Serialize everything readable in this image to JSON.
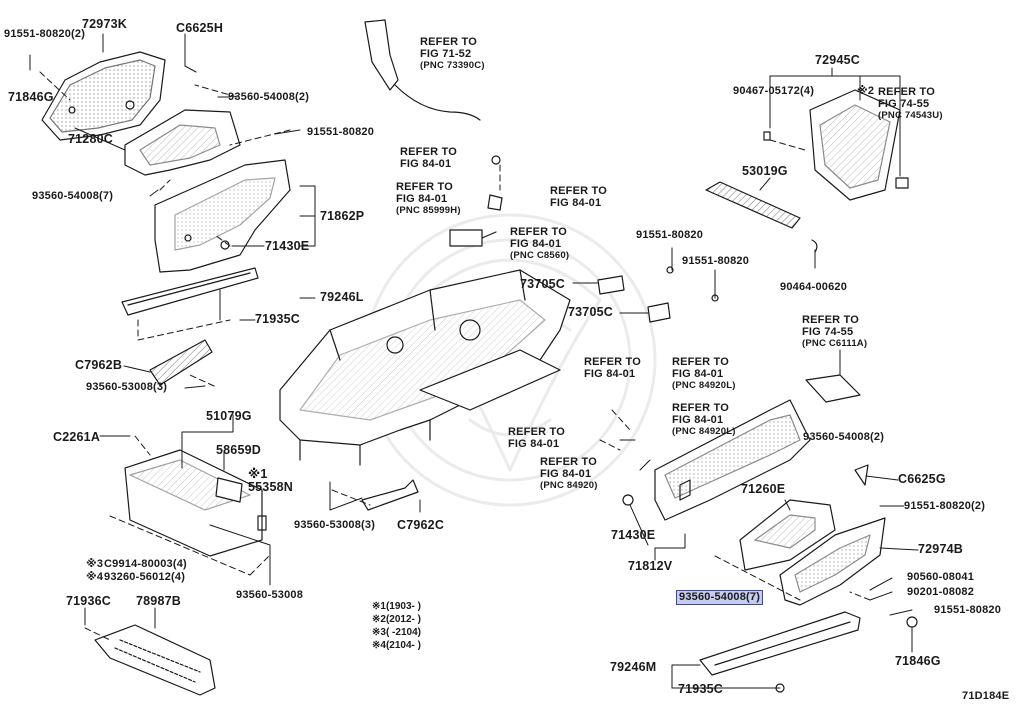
{
  "diagram_code": "71D184E",
  "part_numbers": {
    "p1": "91551-80820(2)",
    "p2": "72973K",
    "p3": "C6625H",
    "p4": "71846G",
    "p5": "93560-54008(2)",
    "p6": "71280C",
    "p7": "91551-80820",
    "p8": "93560-54008(7)",
    "p9": "71862P",
    "p10": "71430E",
    "p11": "79246L",
    "p12": "71935C",
    "p13": "C7962B",
    "p14": "93560-53008(3)",
    "p15": "51079G",
    "p16": "C2261A",
    "p17": "58659D",
    "p18": "55358N",
    "p19": "C9914-80003(4)",
    "p20": "93260-56012(4)",
    "p21": "93560-53008",
    "p22": "71936C",
    "p23": "78987B",
    "p24": "93560-53008(3)",
    "p25": "C7962C",
    "p26": "73705C",
    "p27": "73705C",
    "p28": "91551-80820",
    "p29": "91551-80820",
    "p30": "72945C",
    "p31": "90467-05172(4)",
    "p32": "53019G",
    "p33": "90464-00620",
    "p34": "93560-54008(2)",
    "p35": "C6625G",
    "p36": "71260E",
    "p37": "91551-80820(2)",
    "p38": "72974B",
    "p39": "90560-08041",
    "p40": "90201-08082",
    "p41": "91551-80820",
    "p42": "71846G",
    "p43": "71430E",
    "p44": "71812V",
    "p45": "93560-54008(7)",
    "p46": "79246M",
    "p47": "71935C"
  },
  "markers": {
    "m1": "※1",
    "m2": "※2",
    "m3": "※3",
    "m4": "※4"
  },
  "refer_callouts": [
    {
      "line1": "REFER TO",
      "line2": "FIG 71-52",
      "pnc": "(PNC 73390C)"
    },
    {
      "line1": "REFER TO",
      "line2": "FIG 84-01",
      "pnc": ""
    },
    {
      "line1": "REFER TO",
      "line2": "FIG 84-01",
      "pnc": "(PNC 85999H)"
    },
    {
      "line1": "REFER TO",
      "line2": "FIG 84-01",
      "pnc": ""
    },
    {
      "line1": "REFER TO",
      "line2": "FIG 84-01",
      "pnc": "(PNC C8560)"
    },
    {
      "line1": "REFER TO",
      "line2": "FIG 74-55",
      "pnc": "(PNC 74543U)"
    },
    {
      "line1": "REFER TO",
      "line2": "FIG 74-55",
      "pnc": "(PNC C6111A)"
    },
    {
      "line1": "REFER TO",
      "line2": "FIG 84-01",
      "pnc": ""
    },
    {
      "line1": "REFER TO",
      "line2": "FIG 84-01",
      "pnc": "(PNC 84920L)"
    },
    {
      "line1": "REFER TO",
      "line2": "FIG 84-01",
      "pnc": "(PNC 84920L)"
    },
    {
      "line1": "REFER TO",
      "line2": "FIG 84-01",
      "pnc": ""
    },
    {
      "line1": "REFER TO",
      "line2": "FIG 84-01",
      "pnc": "(PNC 84920)"
    }
  ],
  "legend": [
    {
      "mark": "※1",
      "range": "(1903-     )"
    },
    {
      "mark": "※2",
      "range": "(2012-     )"
    },
    {
      "mark": "※3",
      "range": "(      -2104)"
    },
    {
      "mark": "※4",
      "range": "(2104-     )"
    }
  ],
  "highlighted_part": "93560-54008(7)"
}
